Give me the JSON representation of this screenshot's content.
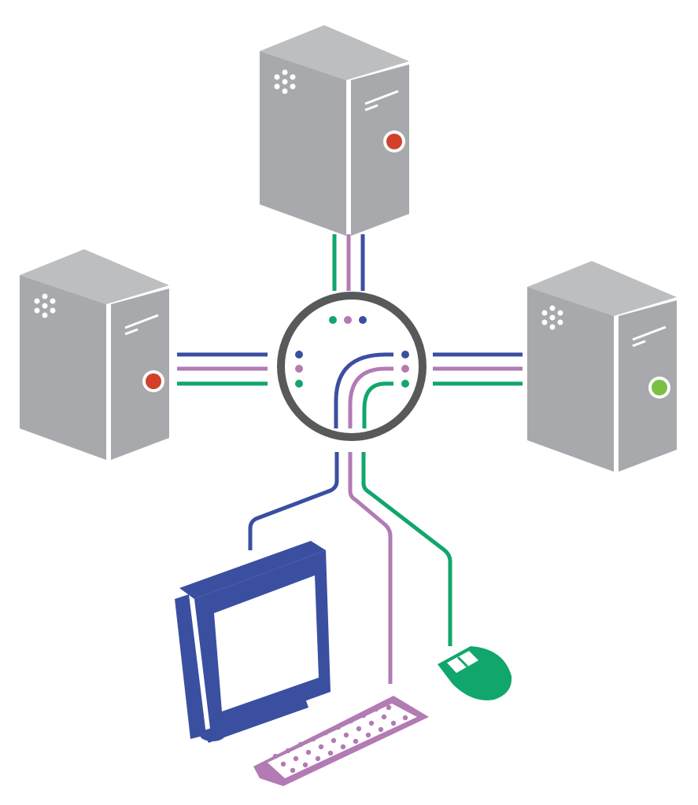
{
  "diagram": {
    "type": "kvm-switch",
    "colors": {
      "video": "#3b4fa1",
      "keyboard": "#b27bb4",
      "mouse": "#10a66c",
      "server_body": "#a7a9ac",
      "server_top": "#b9bbbe",
      "switch_ring": "#58595b",
      "led_inactive": "#d0402a",
      "led_active": "#7bc043"
    },
    "nodes": [
      {
        "id": "server-top",
        "icon": "server-tower-icon",
        "status": "inactive"
      },
      {
        "id": "server-left",
        "icon": "server-tower-icon",
        "status": "inactive"
      },
      {
        "id": "server-right",
        "icon": "server-tower-icon",
        "status": "active"
      },
      {
        "id": "kvm-switch",
        "icon": "switch-hub-icon"
      },
      {
        "id": "monitor",
        "icon": "monitor-icon"
      },
      {
        "id": "keyboard",
        "icon": "keyboard-icon"
      },
      {
        "id": "mouse",
        "icon": "mouse-icon"
      }
    ]
  }
}
